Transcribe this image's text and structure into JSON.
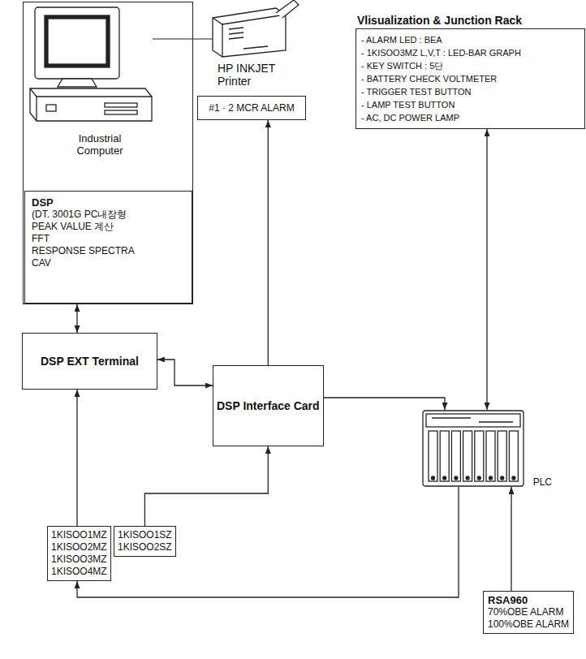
{
  "diagram": {
    "nodes": [
      {
        "text": [
          "Industrial Computer"
        ]
      },
      {
        "text": [
          "DSP",
          "(DT. 3001G PC내장형",
          "PEAK VALUE 계산",
          "FFT",
          "RESPONSE SPECTRA",
          "CAV"
        ],
        "in": 0
      },
      {
        "text": [
          "Vlisualization & Junction Rack",
          "- ALARM LED : BEA",
          "- 1KISOO3MZ L,V,T : LED-BAR GRAPH",
          "- KEY SWITCH : 5단",
          "- BATTERY CHECK VOLTMETER",
          "- TRIGGER TEST BUTTON",
          "- LAMP TEST BUTTON",
          "- AC, DC POWER LAMP"
        ]
      },
      {
        "text": [
          "#1 · 2 MCR ALARM"
        ]
      },
      {
        "text": [
          "DSP EXT Terminal"
        ]
      },
      {
        "text": [
          "DSP Interface Card"
        ]
      },
      {
        "text": [
          "PLC"
        ]
      },
      {
        "text": [
          "1KISOO1MZ",
          "1KISOO2MZ",
          "1KISOO3MZ",
          "1KISOO4MZ"
        ]
      },
      {
        "text": [
          "1KISOO1SZ",
          "1KISOO2SZ"
        ]
      },
      {
        "text": [
          "RSA960",
          "70%OBE ALARM",
          "100%OBE ALARM"
        ]
      }
    ],
    "edges": [
      {
        "from": 0,
        "to": 4,
        "arrow": "both"
      },
      {
        "from": 4,
        "to": 5,
        "arrow": "both"
      },
      {
        "from": 5,
        "to": 3,
        "arrow": "to"
      },
      {
        "from": 5,
        "to": 6,
        "arrow": "to"
      },
      {
        "from": 7,
        "to": 4,
        "arrow": "to"
      },
      {
        "from": 8,
        "to": 5,
        "arrow": "to"
      },
      {
        "from": 6,
        "to": 7,
        "arrow": "to"
      },
      {
        "from": 9,
        "to": 6,
        "arrow": "to"
      },
      {
        "from": 6,
        "to": 2,
        "arrow": "both"
      }
    ],
    "labels": [
      "HP INKJET Printer"
    ]
  }
}
